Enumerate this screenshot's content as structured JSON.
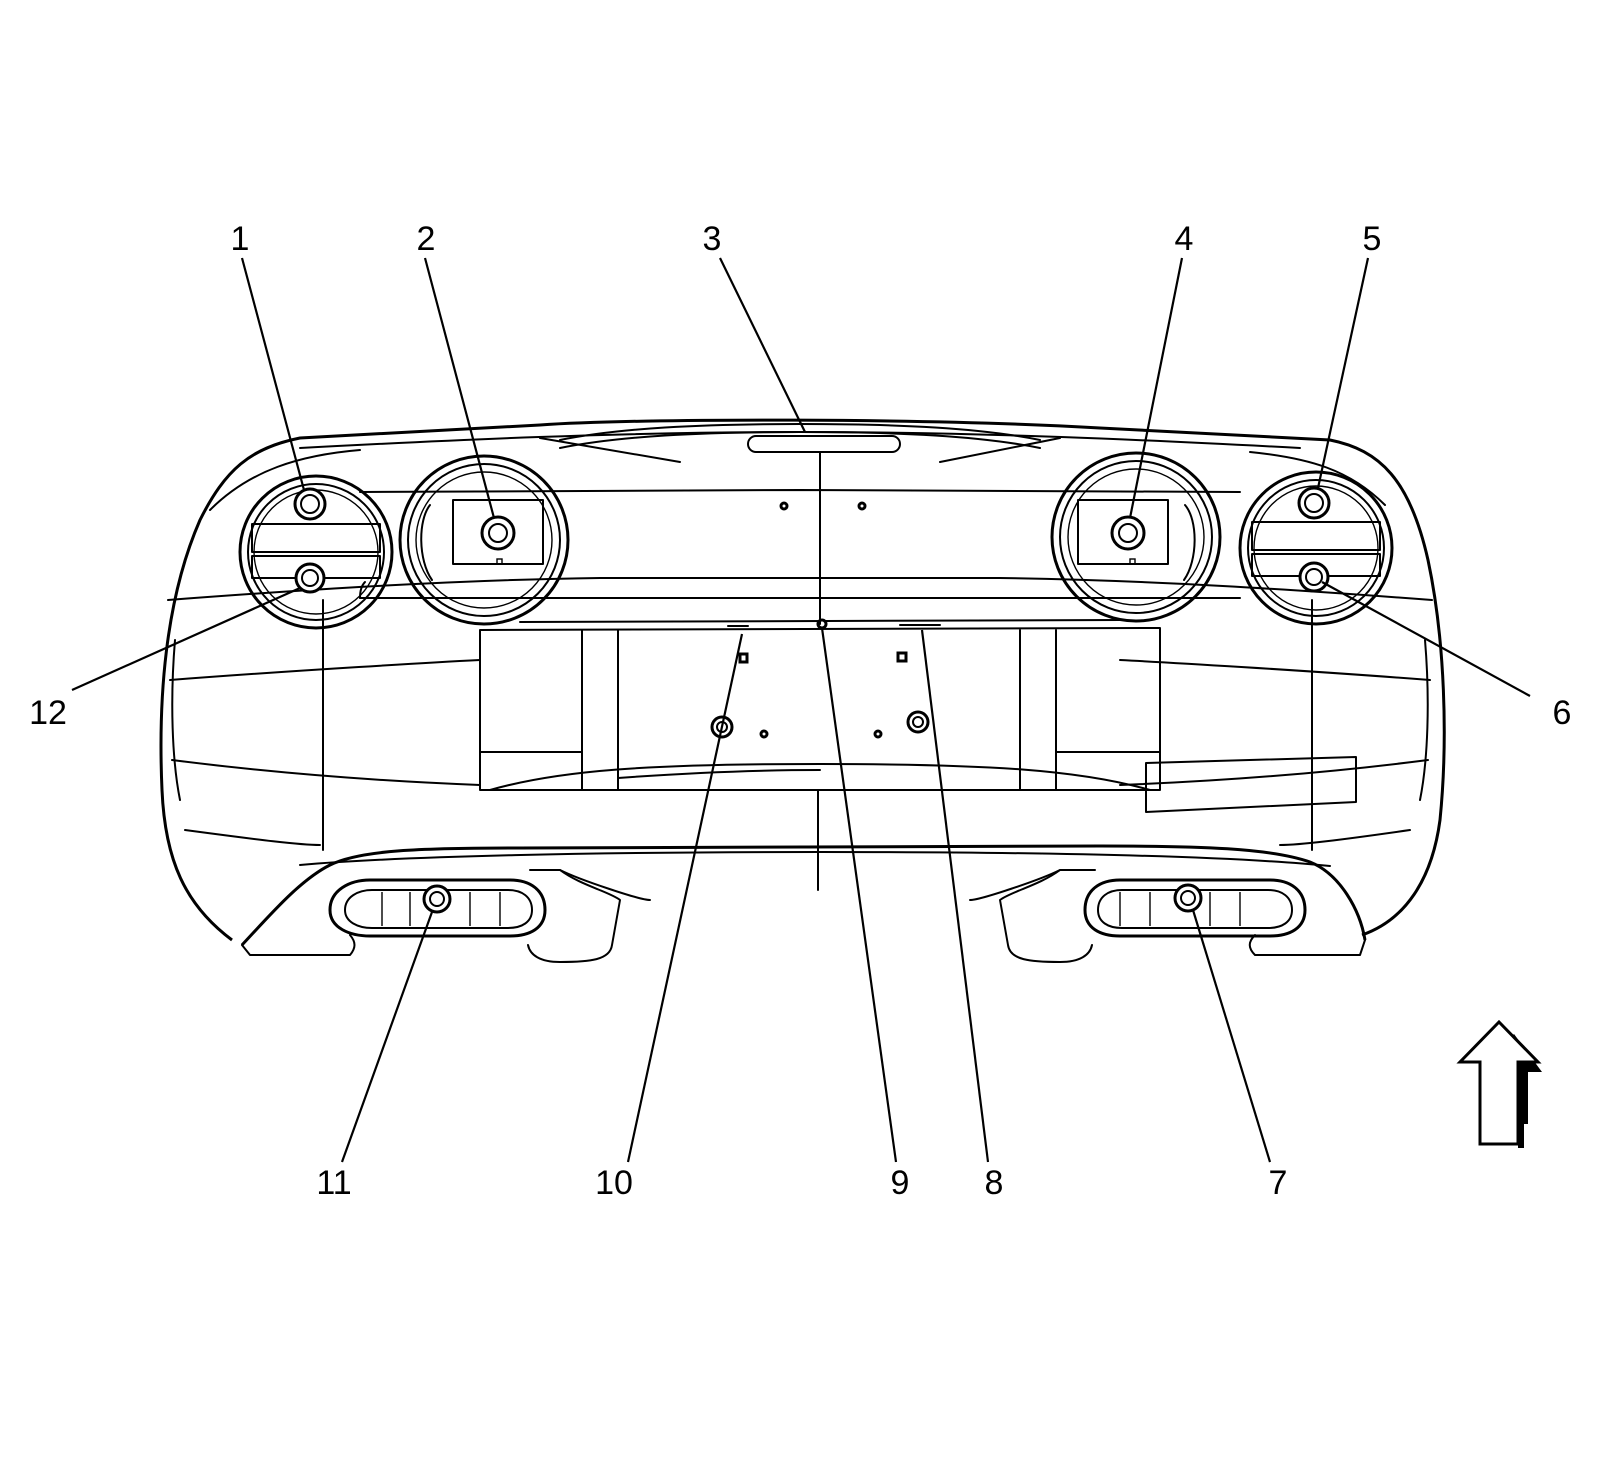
{
  "callouts": [
    {
      "id": "1",
      "label": "1"
    },
    {
      "id": "2",
      "label": "2"
    },
    {
      "id": "3",
      "label": "3"
    },
    {
      "id": "4",
      "label": "4"
    },
    {
      "id": "5",
      "label": "5"
    },
    {
      "id": "6",
      "label": "6"
    },
    {
      "id": "7",
      "label": "7"
    },
    {
      "id": "8",
      "label": "8"
    },
    {
      "id": "9",
      "label": "9"
    },
    {
      "id": "10",
      "label": "10"
    },
    {
      "id": "11",
      "label": "11"
    },
    {
      "id": "12",
      "label": "12"
    }
  ],
  "direction_arrow_icon": "up-arrow-icon"
}
